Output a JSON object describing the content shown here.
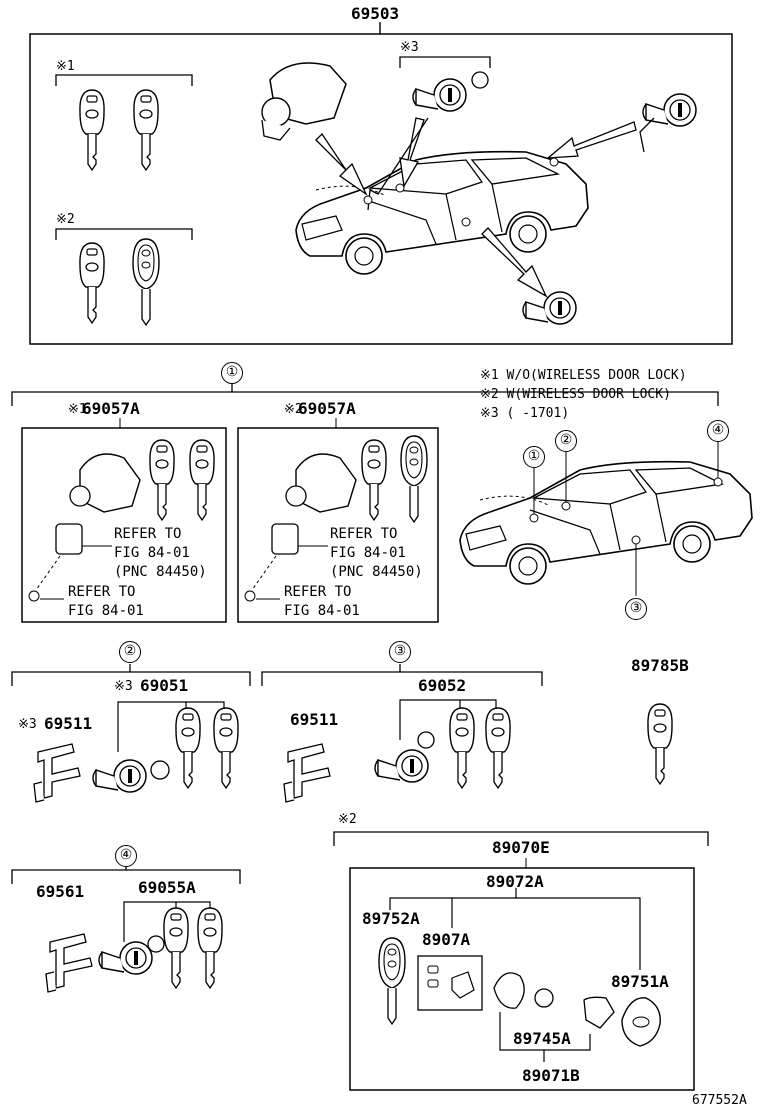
{
  "diagram": {
    "top_part_number": "69503",
    "notes": {
      "n1": "※1 W/O(WIRELESS DOOR LOCK)",
      "n2": "※2 W(WIRELESS DOOR LOCK)",
      "n3": "※3 (        -1701)"
    },
    "top": {
      "mark1": "※1",
      "mark2": "※2",
      "mark3": "※3"
    },
    "sections": [
      {
        "circle": "①",
        "left": {
          "mark": "※1",
          "part": "69057A",
          "ref1": "REFER TO\nFIG 84-01\n(PNC 84450)",
          "ref2": "REFER TO\nFIG 84-01"
        },
        "right": {
          "mark": "※2",
          "part": "69057A",
          "ref1": "REFER TO\nFIG 84-01\n(PNC 84450)",
          "ref2": "REFER TO\nFIG 84-01"
        }
      },
      {
        "circle": "②",
        "mark": "※3",
        "part": "69051",
        "sub_mark": "※3",
        "sub_part": "69511"
      },
      {
        "circle": "③",
        "part": "69052",
        "sub_part": "69511"
      },
      {
        "circle": "④",
        "part": "69055A",
        "sub_part": "69561"
      }
    ],
    "key_part": "89785B",
    "kit": {
      "mark": "※2",
      "part": "89070E",
      "sub_part": "89072A",
      "items": [
        "89752A",
        "8907A",
        "89751A",
        "89745A",
        "89071B"
      ]
    },
    "car_callouts": [
      "①",
      "②",
      "③",
      "④"
    ],
    "figure_id": "677552A"
  }
}
